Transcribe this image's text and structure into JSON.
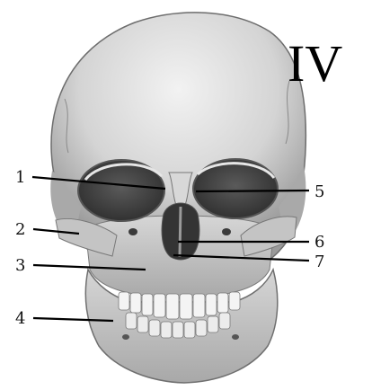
{
  "figure": {
    "panel_label": "IV",
    "labels": [
      "1",
      "2",
      "3",
      "4",
      "5",
      "6",
      "7"
    ]
  },
  "colors": {
    "bone_light": "#e9e9e9",
    "bone_mid": "#c9c9c9",
    "bone_dark": "#8f8f8f",
    "cavity": "#3a3a3a",
    "leader": "#000000"
  }
}
